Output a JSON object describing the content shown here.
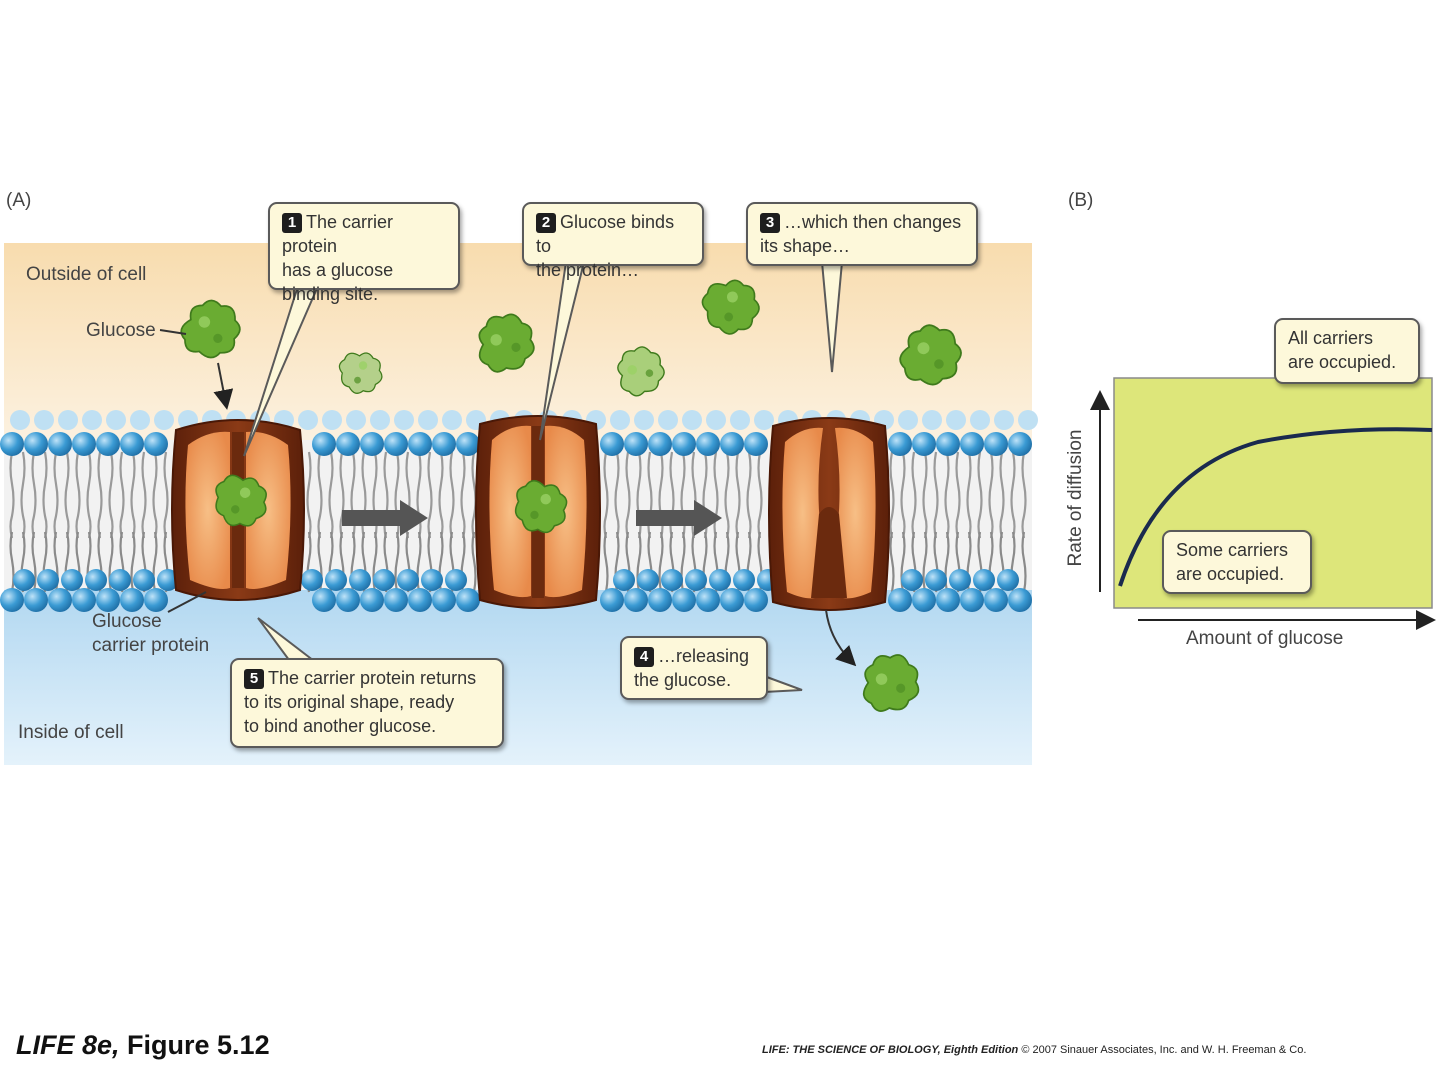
{
  "panel_a": {
    "label": "(A)",
    "outside_label": "Outside of cell",
    "inside_label": "Inside of cell",
    "glucose_label": "Glucose",
    "carrier_label_line1": "Glucose",
    "carrier_label_line2": "carrier protein",
    "callouts": [
      {
        "step": "1",
        "lines": [
          "The carrier protein",
          "has a glucose",
          "binding site."
        ]
      },
      {
        "step": "2",
        "lines": [
          "Glucose binds to",
          "the protein…"
        ]
      },
      {
        "step": "3",
        "lines": [
          "…which then changes",
          "its shape…"
        ]
      },
      {
        "step": "4",
        "lines": [
          "…releasing",
          "the glucose."
        ]
      },
      {
        "step": "5",
        "lines": [
          "The carrier protein returns",
          "to its original shape, ready",
          "to bind another glucose."
        ]
      }
    ]
  },
  "panel_b": {
    "label": "(B)",
    "xlabel": "Amount of glucose",
    "ylabel": "Rate of diffusion",
    "callout_top": [
      "All carriers",
      "are occupied."
    ],
    "callout_bottom": [
      "Some carriers",
      "are occupied."
    ]
  },
  "footer": {
    "book": "LIFE 8e,",
    "figure": " Figure 5.12",
    "credit_title": "LIFE: THE SCIENCE OF BIOLOGY, Eighth Edition",
    "credit_rest": "  © 2007 Sinauer Associates, Inc. and W. H. Freeman & Co."
  },
  "colors": {
    "outside_top": "#f8dcae",
    "outside_bottom": "#fbf0df",
    "inside_top": "#a8d2ee",
    "inside_bottom": "#e3f1fa",
    "head": "#3b9bd4",
    "protein_dark": "#7a2f12",
    "protein_light": "#f0a66a",
    "glucose": "#6aac32",
    "graph_bg": "#dde67a",
    "curve": "#1a2a4e"
  }
}
